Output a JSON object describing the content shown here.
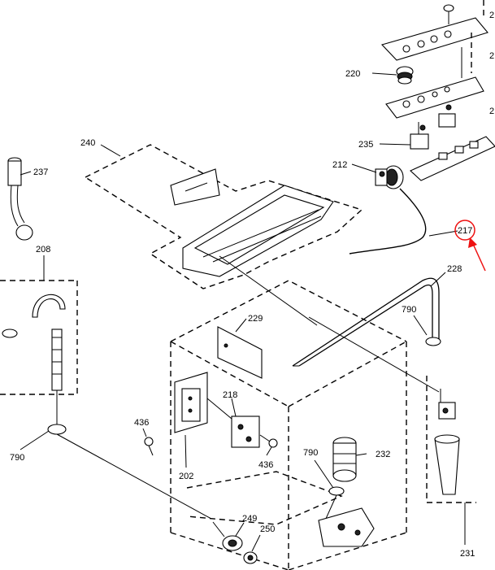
{
  "callouts": {
    "c217": "217",
    "c220": "220",
    "c235": "235",
    "c212": "212",
    "c240": "240",
    "c237": "237",
    "c208": "208",
    "c228": "228",
    "c229": "229",
    "c790a": "790",
    "c790b": "790",
    "c790c": "790",
    "c218": "218",
    "c436a": "436",
    "c436b": "436",
    "c202": "202",
    "c232": "232",
    "c249": "249",
    "c250": "250",
    "c231": "231",
    "c2a": "2",
    "c2b": "2",
    "c2c": "2"
  },
  "highlight": {
    "color": "#ee1111",
    "target": "217"
  }
}
